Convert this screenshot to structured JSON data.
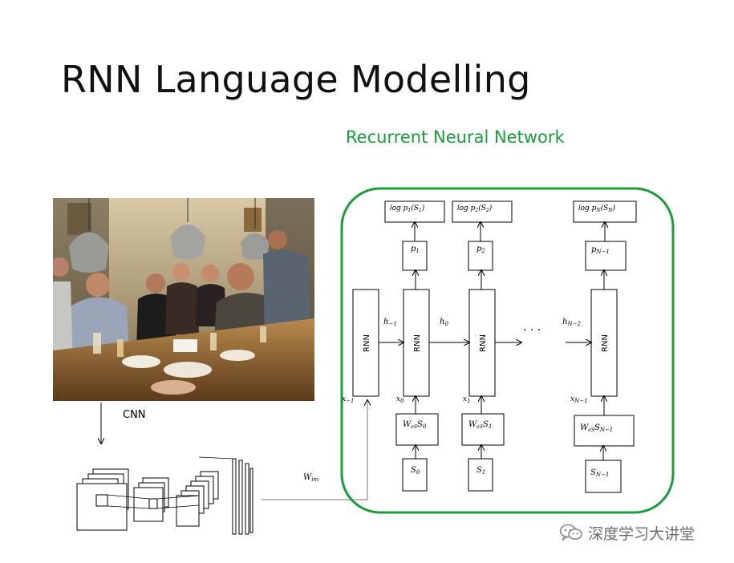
{
  "slide": {
    "title": "RNN Language Modelling",
    "rnn_title": "Recurrent Neural Network",
    "accent_color": "#1a9e3c"
  },
  "cnn": {
    "label": "CNN",
    "weight_label": "W",
    "weight_sub": "im"
  },
  "rnn_cell_label": "RNN",
  "ellipsis": ". . .",
  "blocks": [
    {
      "x_var": "x",
      "x_sub": "−1"
    },
    {
      "h_var": "h",
      "h_sub": "−1",
      "x_var": "x",
      "x_sub": "0",
      "p_var": "p",
      "p_sub": "1",
      "log_prefix": "log ",
      "log_p_var": "p",
      "log_p_sub": "1",
      "log_arg": "(S",
      "log_arg_sub": "1",
      "log_close": ")",
      "emb_w": "W",
      "emb_w_sub": "eS",
      "emb_s": "S",
      "emb_s_sub": "0",
      "s_var": "S",
      "s_sub": "0"
    },
    {
      "h_var": "h",
      "h_sub": "0",
      "x_var": "x",
      "x_sub": "1",
      "p_var": "p",
      "p_sub": "2",
      "log_prefix": "log ",
      "log_p_var": "p",
      "log_p_sub": "2",
      "log_arg": "(S",
      "log_arg_sub": "2",
      "log_close": ")",
      "emb_w": "W",
      "emb_w_sub": "eS",
      "emb_s": "S",
      "emb_s_sub": "1",
      "s_var": "S",
      "s_sub": "1"
    },
    {
      "h_var": "h",
      "h_sub": "N−2",
      "x_var": "x",
      "x_sub": "N−1",
      "p_var": "p",
      "p_sub": "N−1",
      "log_prefix": "log ",
      "log_p_var": "p",
      "log_p_sub": "N",
      "log_arg": "(S",
      "log_arg_sub": "N",
      "log_close": ")",
      "emb_w": "W",
      "emb_w_sub": "eS",
      "emb_s": "S",
      "emb_s_sub": "N−1",
      "s_var": "S",
      "s_sub": "N−1"
    }
  ],
  "watermark": {
    "text": "深度学习大讲堂",
    "icon": "wechat-icon"
  }
}
